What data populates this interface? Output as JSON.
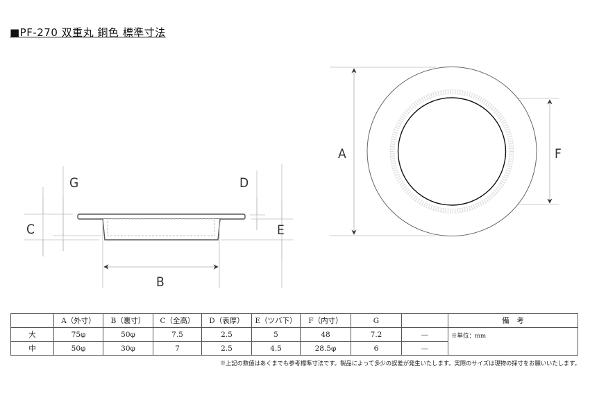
{
  "title": "■PF-270 双重丸 銅色 標準寸法",
  "dimension_labels": {
    "A": "A",
    "B": "B",
    "C": "C",
    "D": "D",
    "E": "E",
    "F": "F",
    "G": "G"
  },
  "table": {
    "headers": [
      "",
      "A（外寸）",
      "B（裏寸）",
      "C（全高）",
      "D（表厚）",
      "E（ツバ下）",
      "F（内寸）",
      "G",
      "",
      "備　考"
    ],
    "rows": [
      {
        "size": "大",
        "cells": [
          "75φ",
          "50φ",
          "7.5",
          "2.5",
          "5",
          "48",
          "7.2",
          "—"
        ]
      },
      {
        "size": "中",
        "cells": [
          "50φ",
          "30φ",
          "7",
          "2.5",
          "4.5",
          "28.5φ",
          "6",
          "—"
        ]
      }
    ],
    "remark": "※単位：mm"
  },
  "footnote": "※上記の数値はあくまでも参考標準寸法です。製品によって多少の誤差が発生いたします。実際のサイズは現物の採寸をお願いいたします。",
  "colors": {
    "line": "#555555",
    "ext_line": "#bbbbbb",
    "arrow": "#333333"
  }
}
